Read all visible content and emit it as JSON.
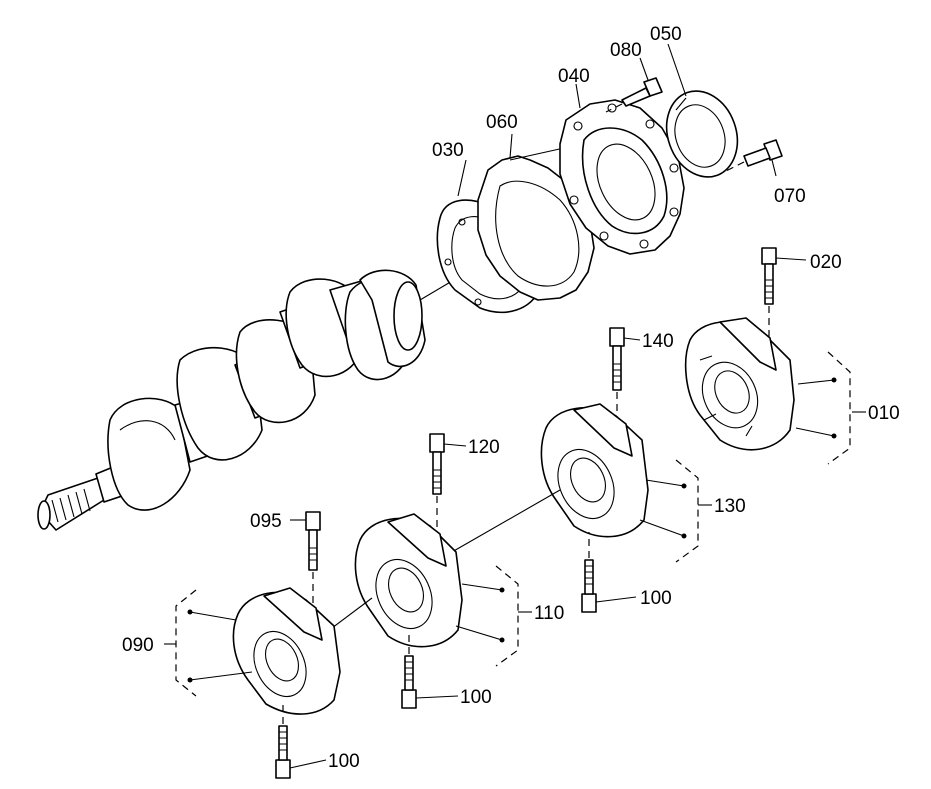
{
  "diagram": {
    "parts": [
      {
        "key": "p010",
        "ref": "010"
      },
      {
        "key": "p020",
        "ref": "020"
      },
      {
        "key": "p030",
        "ref": "030"
      },
      {
        "key": "p040",
        "ref": "040"
      },
      {
        "key": "p050",
        "ref": "050"
      },
      {
        "key": "p060",
        "ref": "060"
      },
      {
        "key": "p070",
        "ref": "070"
      },
      {
        "key": "p080",
        "ref": "080"
      },
      {
        "key": "p090",
        "ref": "090"
      },
      {
        "key": "p095",
        "ref": "095"
      },
      {
        "key": "p100a",
        "ref": "100"
      },
      {
        "key": "p100b",
        "ref": "100"
      },
      {
        "key": "p100c",
        "ref": "100"
      },
      {
        "key": "p110",
        "ref": "110"
      },
      {
        "key": "p120",
        "ref": "120"
      },
      {
        "key": "p130",
        "ref": "130"
      },
      {
        "key": "p140",
        "ref": "140"
      }
    ]
  }
}
